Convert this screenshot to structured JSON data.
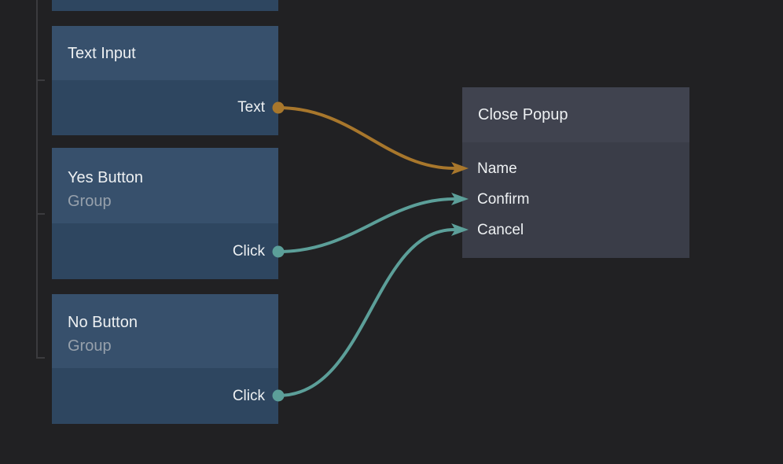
{
  "colors": {
    "background": "#212123",
    "node_header_blue": "#37506c",
    "node_body_blue": "#2e4660",
    "popup_header_gray": "#40434f",
    "popup_body_gray": "#3a3d48",
    "title_text": "#edf0f2",
    "subtitle_text": "#97a1ac",
    "wire_orange": "#a8772c",
    "wire_teal": "#5c9f99",
    "bracket_line": "#3b3b3e"
  },
  "nodes": {
    "text_input": {
      "title": "Text Input",
      "output": {
        "label": "Text"
      }
    },
    "yes_button": {
      "title": "Yes Button",
      "subtitle": "Group",
      "output": {
        "label": "Click"
      }
    },
    "no_button": {
      "title": "No Button",
      "subtitle": "Group",
      "output": {
        "label": "Click"
      }
    },
    "close_popup": {
      "title": "Close Popup",
      "inputs": [
        {
          "label": "Name"
        },
        {
          "label": "Confirm"
        },
        {
          "label": "Cancel"
        }
      ]
    }
  },
  "connections": [
    {
      "from": "Text Input / Text",
      "to": "Close Popup / Name",
      "color": "#a8772c"
    },
    {
      "from": "Yes Button / Click",
      "to": "Close Popup / Confirm",
      "color": "#5c9f99"
    },
    {
      "from": "No Button / Click",
      "to": "Close Popup / Cancel",
      "color": "#5c9f99"
    }
  ]
}
